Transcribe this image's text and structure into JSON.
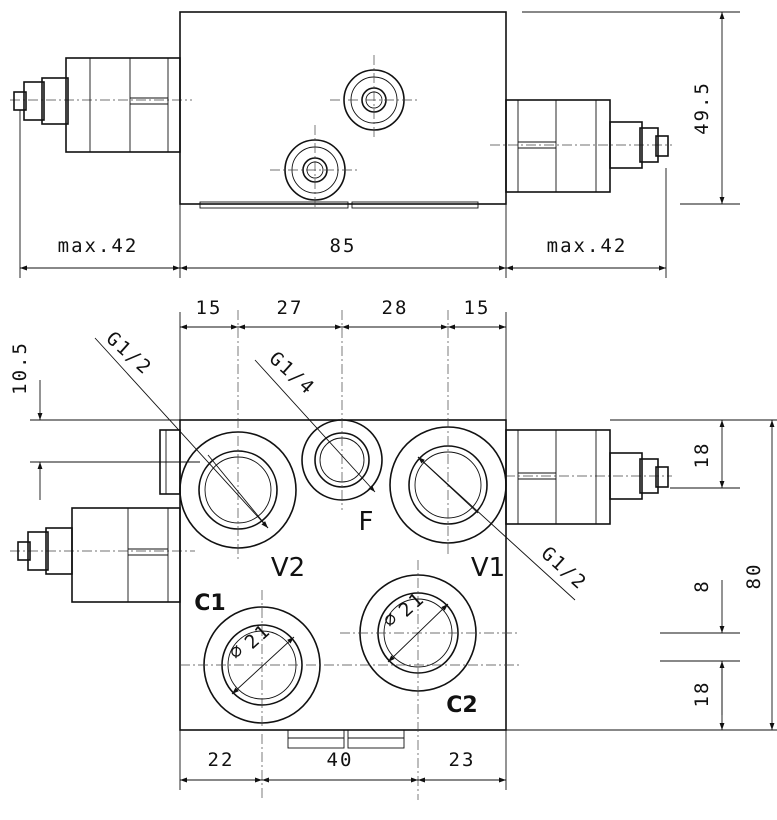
{
  "top_view": {
    "dim_left": "max.42",
    "dim_center": "85",
    "dim_right": "max.42",
    "dim_height": "49.5"
  },
  "front_view": {
    "dim_top": [
      "15",
      "27",
      "28",
      "15"
    ],
    "dim_bottom": [
      "22",
      "40",
      "23"
    ],
    "dim_left": "10.5",
    "dim_right_parts": [
      "18",
      "8",
      "18"
    ],
    "dim_right_total": "80",
    "thread_v2": "G1/2",
    "thread_f": "G1/4",
    "thread_v1": "G1/2",
    "port_v2": "V2",
    "port_f": "F",
    "port_v1": "V1",
    "port_c1": "C1",
    "port_c2": "C2",
    "dia_c1": "21",
    "dia_c2": "21",
    "dia_symbol": "⌀"
  }
}
